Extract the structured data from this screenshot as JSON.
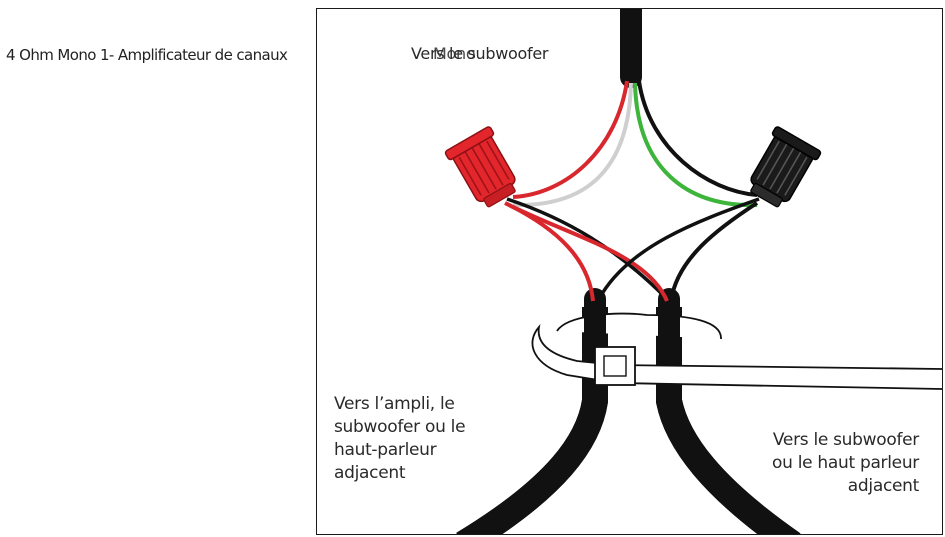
{
  "diagram": {
    "title": "4 Ohm Mono 1- Amplificateur de canaux",
    "label_to_subwoofer": "Vers le subwoofer",
    "label_mono": "Mono",
    "label_left_lines": [
      "Vers l’ampli, le",
      "subwoofer ou le",
      "haut-parleur",
      "adjacent"
    ],
    "label_right_lines": [
      "Vers le subwoofer",
      "ou le haut parleur",
      "adjacent"
    ]
  },
  "colors": {
    "cable": "#111111",
    "wire_red": "#d9272e",
    "wire_white": "#cfcfcf",
    "wire_green": "#3db43a",
    "wire_black": "#111111",
    "cap_red": "#e3262c",
    "cap_black": "#1a1a1a",
    "tie": "#ffffff"
  }
}
